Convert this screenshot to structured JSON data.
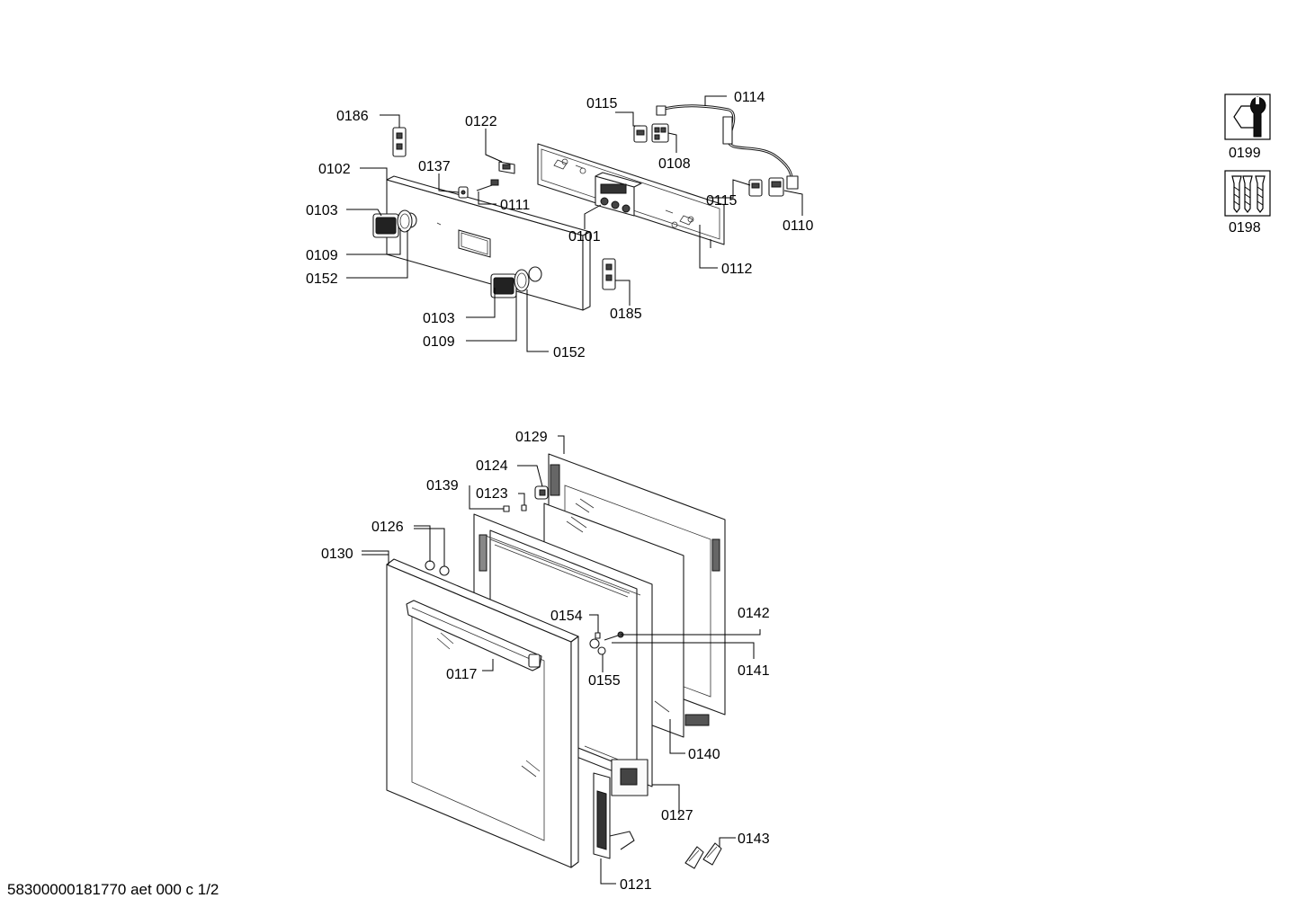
{
  "diagram": {
    "control_panel_labels": {
      "p0186": "0186",
      "p0122": "0122",
      "p0115a": "0115",
      "p0114": "0114",
      "p0102": "0102",
      "p0137": "0137",
      "p0108": "0108",
      "p0111": "0111",
      "p0103a": "0103",
      "p0115b": "0115",
      "p0110": "0110",
      "p0101": "0101",
      "p0109a": "0109",
      "p0112": "0112",
      "p0152a": "0152",
      "p0185": "0185",
      "p0103b": "0103",
      "p0109b": "0109",
      "p0152b": "0152"
    },
    "door_labels": {
      "p0129": "0129",
      "p0124": "0124",
      "p0139": "0139",
      "p0123": "0123",
      "p0126": "0126",
      "p0130": "0130",
      "p0154": "0154",
      "p0142": "0142",
      "p0117": "0117",
      "p0155": "0155",
      "p0141": "0141",
      "p0140": "0140",
      "p0127": "0127",
      "p0143": "0143",
      "p0121": "0121"
    },
    "side_icons": {
      "p0199": "0199",
      "p0198": "0198"
    }
  },
  "footer": {
    "code": "58300000181770 aet 000 c 1/2"
  }
}
